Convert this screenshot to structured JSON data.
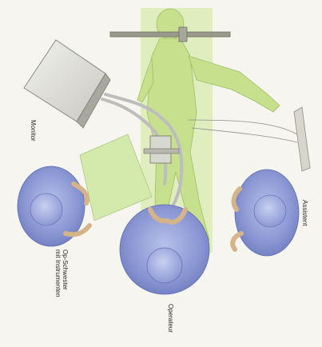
{
  "labels": {
    "monitor": "Monitor",
    "nurse_line1": "Op-Schwester",
    "nurse_line2": "mit Instrumenten",
    "operator": "Operateur",
    "assistant": "Assistent"
  },
  "colors": {
    "background": "#f6f5f0",
    "patient_drape": "#d9ecb1",
    "patient_body": "#c6e08e",
    "surgeon_gown": "#8d9bd6",
    "surgeon_cap": "#a9b3e0",
    "instrument_table": "#d5ebb0",
    "cable": "#c9c9c9",
    "skin": "#d8b48a"
  },
  "icons": [
    "monitor-icon",
    "mayo-stand-icon",
    "instrument-table-icon",
    "surgeon-icon",
    "patient-icon"
  ]
}
